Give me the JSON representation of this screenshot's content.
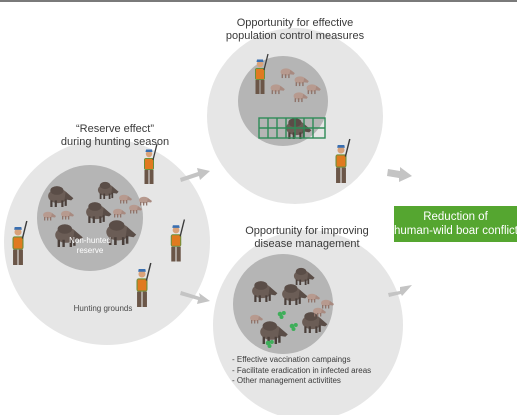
{
  "top_node": {
    "title_line1": "Opportunity for effective",
    "title_line2": "population control measures"
  },
  "left_node": {
    "title_line1": "“Reserve effect”",
    "title_line2": "during hunting season",
    "inner_label_line1": "Non-hunted",
    "inner_label_line2": "reserve",
    "outer_label": "Hunting grounds"
  },
  "bottom_node": {
    "title_line1": "Opportunity for improving",
    "title_line2": "disease management",
    "items": [
      "- Effective vaccination campaings",
      "- Facilitate eradication in infected areas",
      "- Other management activitites"
    ]
  },
  "outcome": {
    "line1": "Reduction of",
    "line2": "human-wild boar conflict"
  },
  "colors": {
    "outer_circle": "#e6e6e6",
    "inner_circle": "#b5b5b5",
    "arrow": "#c4c4c4",
    "outcome_box": "#55a630",
    "boar": "#6b5d56",
    "piglet": "#b79a8f",
    "hunter_vest": "#e07a1f",
    "hunter_shirt": "#6a8f3a",
    "cage": "#2e8b57",
    "virus": "#3fae5a"
  },
  "icons": [
    "wild-boar-icon",
    "piglet-icon",
    "hunter-icon",
    "trap-cage-icon",
    "virus-icon",
    "arrow-icon"
  ]
}
